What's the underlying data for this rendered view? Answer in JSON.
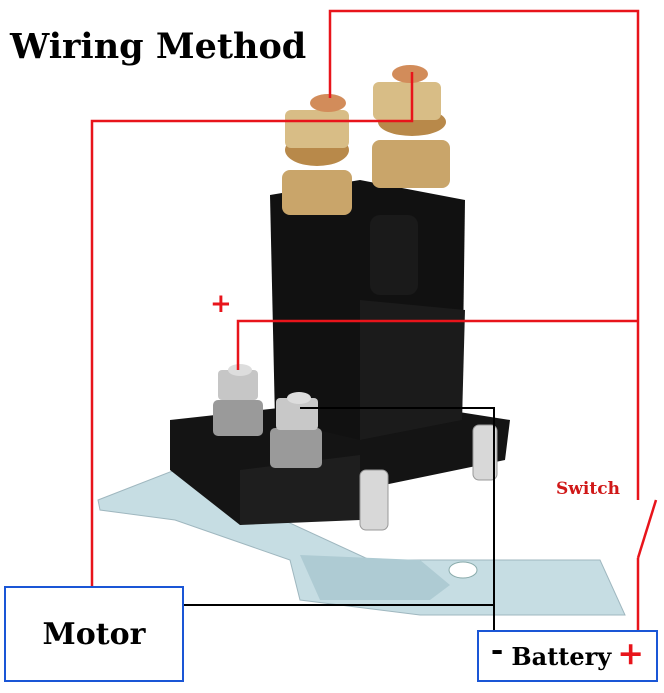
{
  "diagram": {
    "title": "Wiring Method",
    "labels": {
      "motor": "Motor",
      "battery": "Battery",
      "battery_negative": "-",
      "battery_positive": "+",
      "switch": "Switch",
      "control_positive": "+"
    },
    "colors": {
      "positive_wire": "#e8141b",
      "negative_wire": "#000000",
      "box_border": "#1a56d6",
      "switch_text": "#d01818"
    },
    "components": [
      "solenoid-relay",
      "motor",
      "battery",
      "switch"
    ]
  }
}
